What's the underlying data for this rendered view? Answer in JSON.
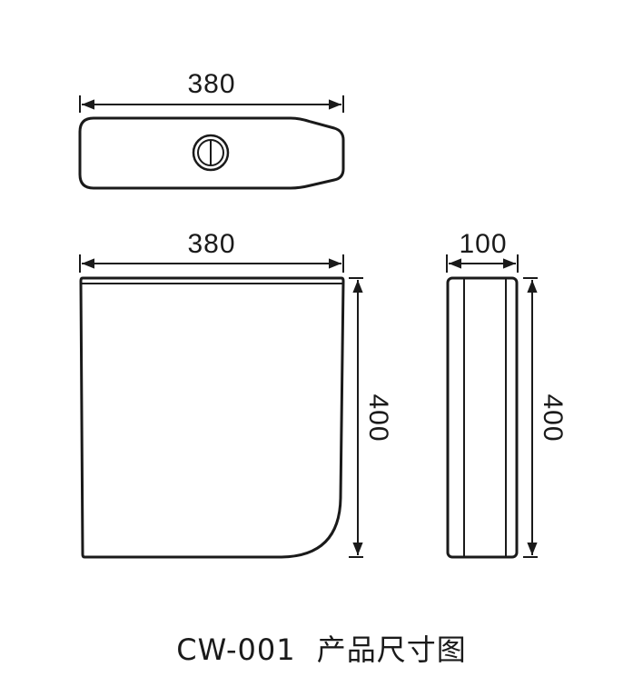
{
  "top_view": {
    "width_label": "380"
  },
  "front_view": {
    "width_label": "380",
    "height_label": "400"
  },
  "side_view": {
    "depth_label": "100",
    "height_label": "400"
  },
  "caption": {
    "model": "CW-001",
    "title": "产品尺寸图"
  }
}
